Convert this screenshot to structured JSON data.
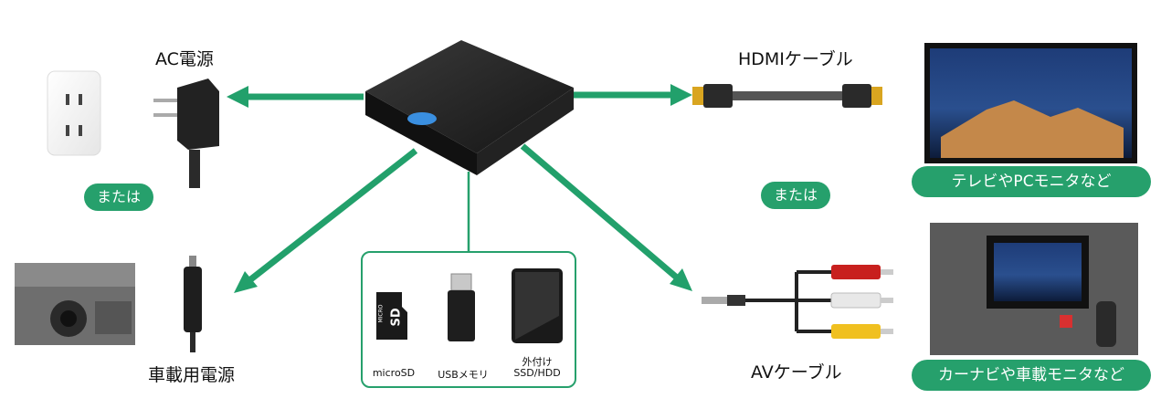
{
  "labels": {
    "ac_power": "AC電源",
    "car_power": "車載用電源",
    "hdmi_cable": "HDMIケーブル",
    "av_cable": "AVケーブル"
  },
  "badges": {
    "or_left": "または",
    "or_right": "または",
    "tv": "テレビやPCモニタなど",
    "car": "カーナビや車載モニタなど"
  },
  "storage": {
    "microsd": "microSD",
    "usb": "USBメモリ",
    "external_top": "外付け",
    "external_bottom": "SSD/HDD",
    "sd_card_text": "SD",
    "micro_text": "MICRO"
  },
  "colors": {
    "accent": "#26a06c",
    "arrow": "#22a06b",
    "device": "#1c1c1c",
    "led": "#3a8fe0"
  }
}
